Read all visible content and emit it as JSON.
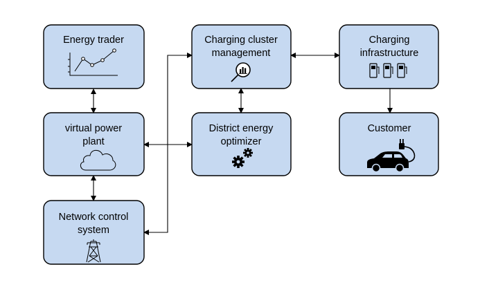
{
  "diagram": {
    "nodes": {
      "energy_trader": {
        "line1": "Energy trader",
        "icon": "line-chart-icon"
      },
      "virtual_power_plant": {
        "line1": "virtual power",
        "line2": "plant",
        "icon": "cloud-icon"
      },
      "network_control_system": {
        "line1": "Network control",
        "line2": "system",
        "icon": "power-pylon-icon"
      },
      "charging_cluster_management": {
        "line1": "Charging cluster",
        "line2": "management",
        "icon": "magnifier-chart-icon"
      },
      "district_energy_optimizer": {
        "line1": "District energy",
        "line2": "optimizer",
        "icon": "gears-icon"
      },
      "charging_infrastructure": {
        "line1": "Charging",
        "line2": "infrastructure",
        "icon": "charging-station-icon"
      },
      "customer": {
        "line1": "Customer",
        "icon": "electric-car-icon"
      }
    },
    "colors": {
      "box_fill": "#c6d9f1",
      "stroke": "#000000"
    }
  }
}
